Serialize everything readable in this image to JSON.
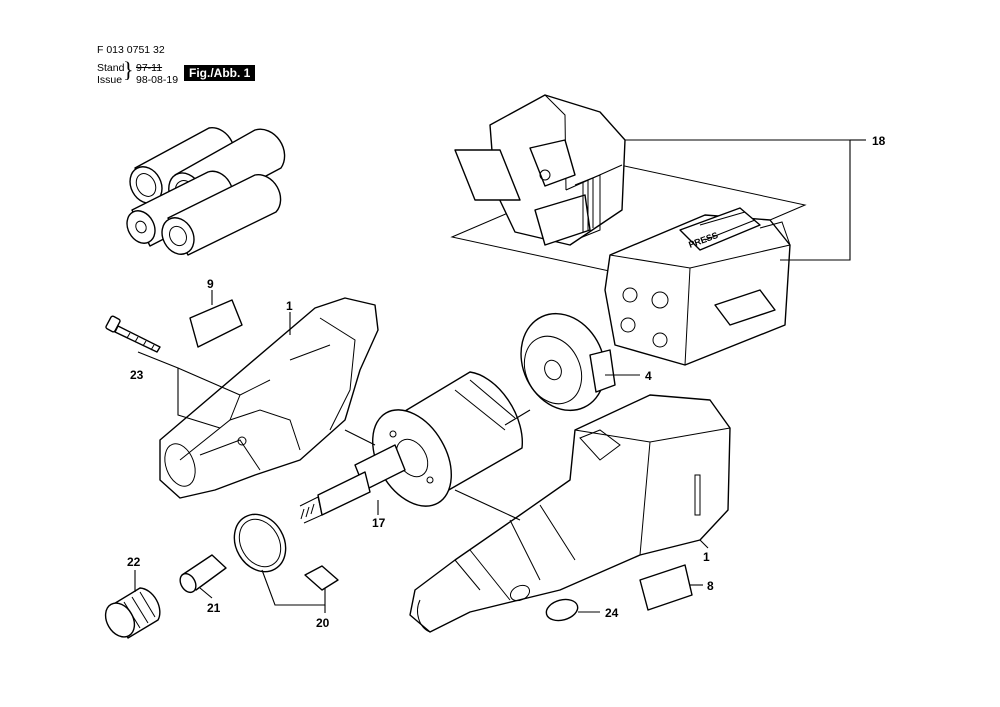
{
  "header": {
    "doc_number": "F 013 0751 32",
    "stand_label": "Stand",
    "issue_label": "Issue",
    "stand_value_struck": "97-11",
    "issue_value": "98-08-19",
    "figure_label": "Fig./Abb. 1"
  },
  "callouts": [
    {
      "id": "callout-18",
      "label": "18"
    },
    {
      "id": "callout-9",
      "label": "9"
    },
    {
      "id": "callout-1-top",
      "label": "1"
    },
    {
      "id": "callout-23",
      "label": "23"
    },
    {
      "id": "callout-4",
      "label": "4"
    },
    {
      "id": "callout-17",
      "label": "17"
    },
    {
      "id": "callout-1-bottom",
      "label": "1"
    },
    {
      "id": "callout-22",
      "label": "22"
    },
    {
      "id": "callout-21",
      "label": "21"
    },
    {
      "id": "callout-8",
      "label": "8"
    },
    {
      "id": "callout-24",
      "label": "24"
    },
    {
      "id": "callout-20",
      "label": "20"
    }
  ],
  "embossed_text": "PRESS"
}
